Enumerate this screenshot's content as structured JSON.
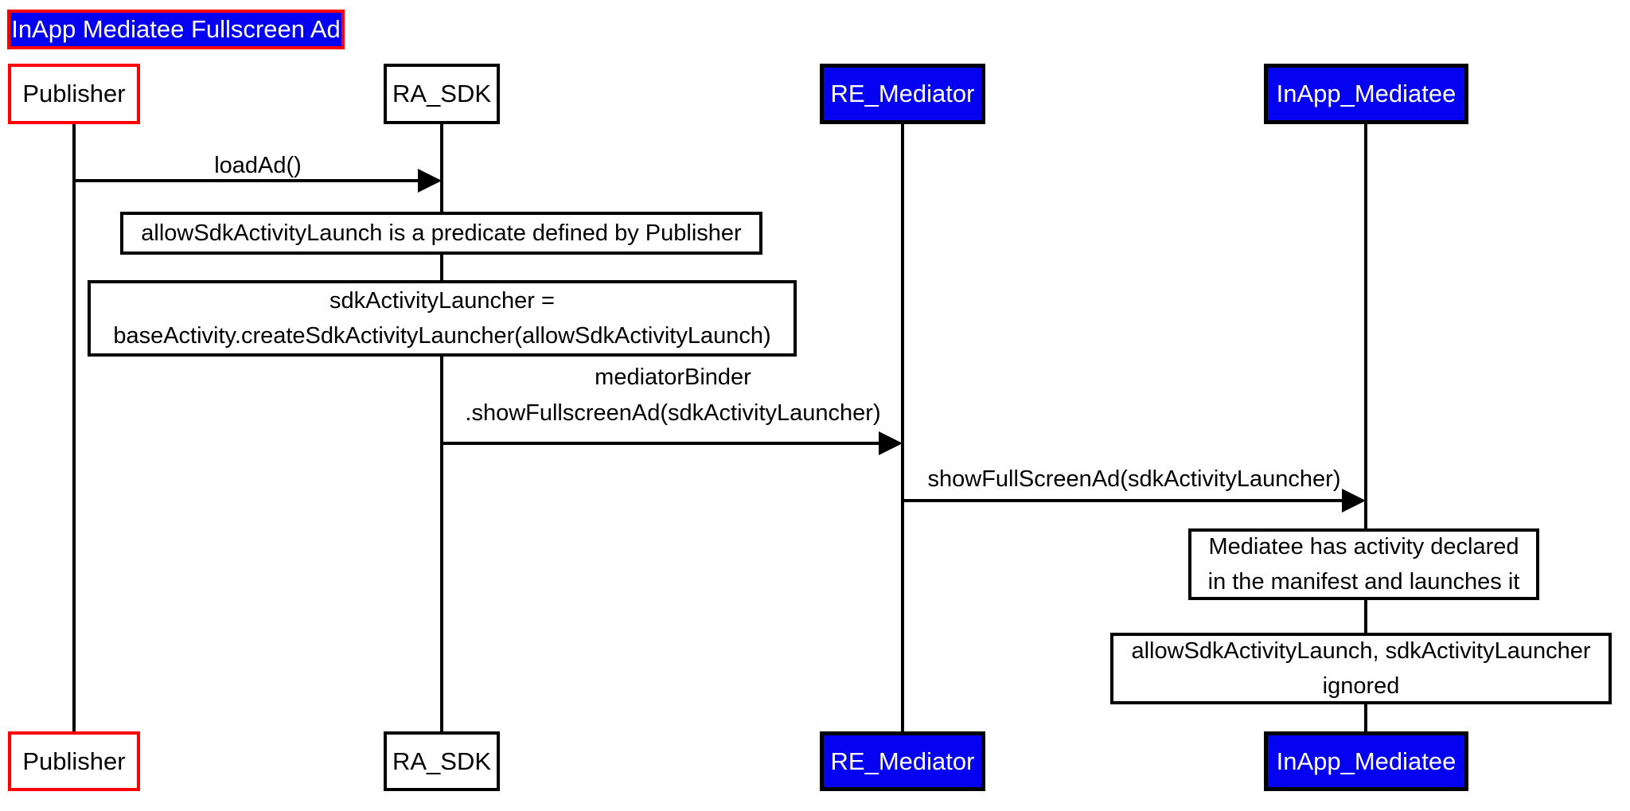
{
  "title": {
    "text": "InApp Mediatee Fullscreen Ad"
  },
  "participants": [
    {
      "name": "Publisher"
    },
    {
      "name": "RA_SDK"
    },
    {
      "name": "RE_Mediator"
    },
    {
      "name": "InApp_Mediatee"
    }
  ],
  "messages": [
    {
      "from": "Publisher",
      "to": "RA_SDK",
      "lines": [
        "loadAd()"
      ]
    },
    {
      "from": "RA_SDK",
      "to": "RE_Mediator",
      "lines": [
        "mediatorBinder",
        ".showFullscreenAd(sdkActivityLauncher)"
      ]
    },
    {
      "from": "RE_Mediator",
      "to": "InApp_Mediatee",
      "lines": [
        "showFullScreenAd(sdkActivityLauncher)"
      ]
    }
  ],
  "notes": [
    {
      "over": "RA_SDK",
      "lines": [
        "allowSdkActivityLaunch is a predicate defined by Publisher"
      ]
    },
    {
      "over": "RA_SDK",
      "lines": [
        "sdkActivityLauncher =",
        "baseActivity.createSdkActivityLauncher(allowSdkActivityLaunch)"
      ]
    },
    {
      "over": "InApp_Mediatee",
      "lines": [
        "Mediatee has activity declared",
        "in the manifest and launches it"
      ]
    },
    {
      "over": "InApp_Mediatee",
      "lines": [
        "allowSdkActivityLaunch, sdkActivityLauncher",
        "ignored"
      ]
    }
  ],
  "colors": {
    "actor_fill_blue": "#0502f2",
    "actor_border_red": "#ff0000",
    "line_black": "#000000",
    "text_on_blue": "#ffffff"
  }
}
